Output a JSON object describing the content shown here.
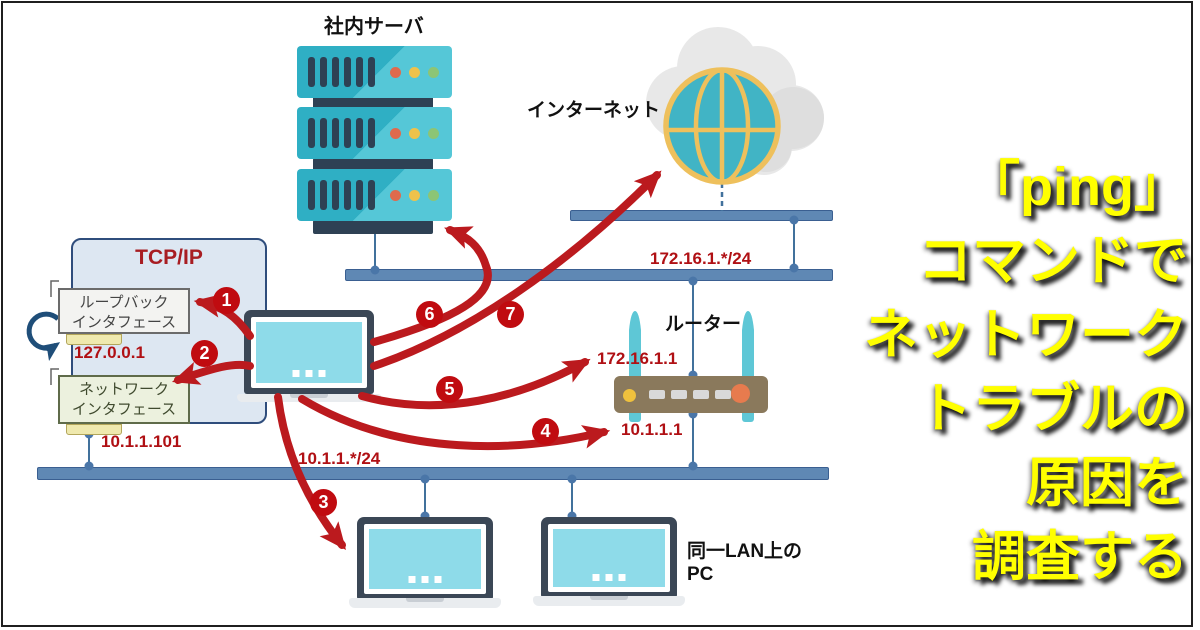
{
  "title": {
    "lines": [
      "「ping」",
      "コマンドで",
      "ネットワーク",
      "トラブルの",
      "原因を",
      "調査する"
    ]
  },
  "nodes": {
    "server": {
      "label": "社内サーバ"
    },
    "internet": {
      "label": "インターネット"
    },
    "router": {
      "label": "ルーター",
      "wan_ip": "172.16.1.1",
      "lan_ip": "10.1.1.1"
    },
    "tcpip": {
      "label": "TCP/IP"
    },
    "loopback_interface": {
      "line1": "ループバック",
      "line2": "インタフェース",
      "ip": "127.0.0.1"
    },
    "network_interface": {
      "line1": "ネットワーク",
      "line2": "インタフェース",
      "ip": "10.1.1.101"
    },
    "lan_pc": {
      "line1": "同一LAN上の",
      "line2": "PC"
    }
  },
  "segments": {
    "upper": "172.16.1.*/24",
    "lower": "10.1.1.*/24"
  },
  "steps": {
    "s1": "1",
    "s2": "2",
    "s3": "3",
    "s4": "4",
    "s5": "5",
    "s6": "6",
    "s7": "7"
  },
  "colors": {
    "arrow_red": "#bb1a1e",
    "badge_red": "#c00b10",
    "red_text": "#b01014",
    "bus_blue": "#5f88b4",
    "title_yellow": "#ffff00",
    "server_teal": "#2fafc4",
    "globe_teal": "#41b4c5",
    "globe_ring_orange": "#eec05c",
    "router_brown": "#8a795c"
  }
}
